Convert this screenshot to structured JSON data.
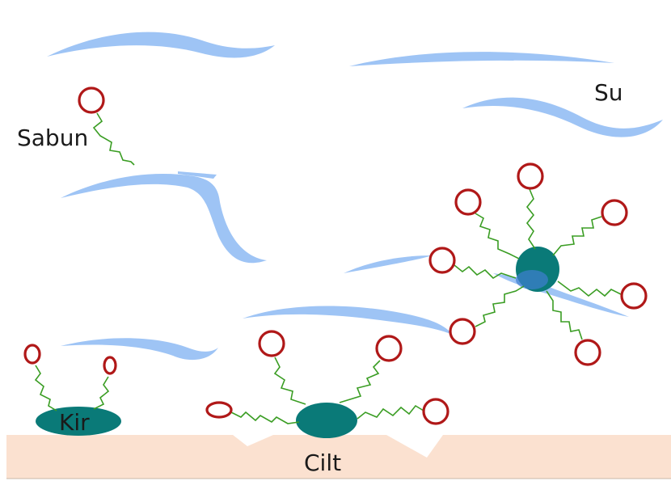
{
  "labels": {
    "soap": "Sabun",
    "water": "Su",
    "dirt": "Kir",
    "skin": "Cilt"
  },
  "colors": {
    "water": "#9ec4f5",
    "skin": "#fbe1d0",
    "dirt": "#0a7a78",
    "soap_head": "#b01818",
    "soap_tail": "#3a9d23"
  }
}
